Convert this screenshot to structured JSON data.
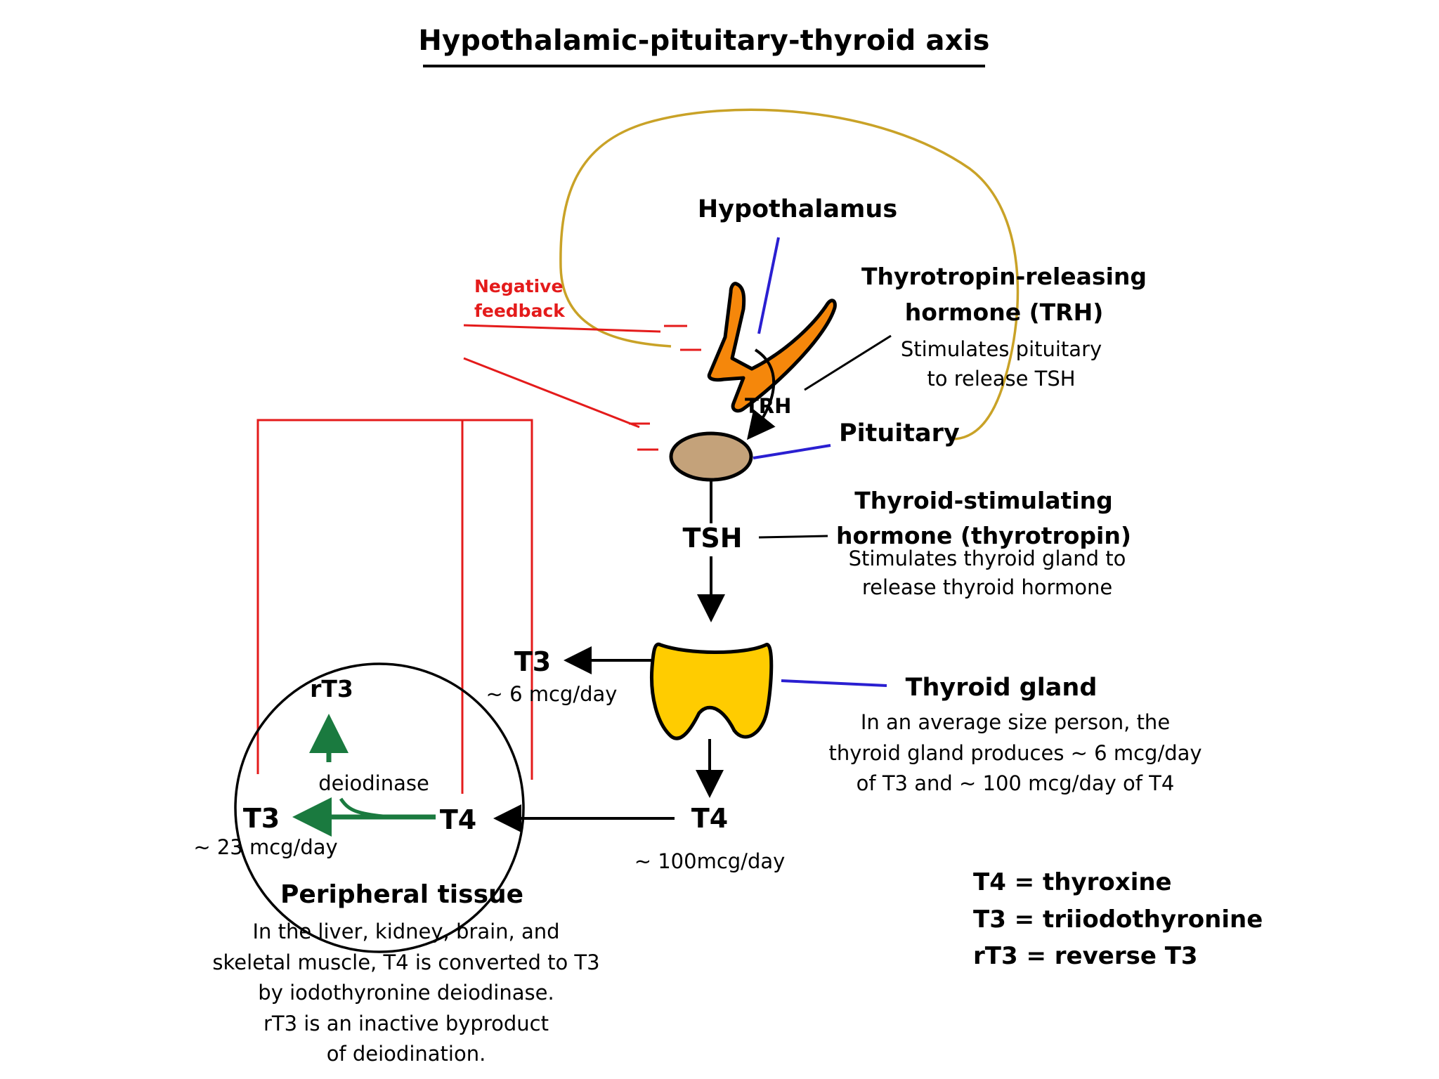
{
  "title": "Hypothalamic-pituitary-thyroid axis",
  "colors": {
    "feedback_red": "#e41b1b",
    "loop_gold": "#c9a227",
    "pointer_blue": "#2a1fd1",
    "hypothalamus_orange": "#f5870b",
    "pituitary_brown": "#c4a27a",
    "thyroid_yellow": "#ffcc00",
    "deiodinase_green": "#1a7a3f"
  },
  "hypothalamus": {
    "label": "Hypothalamus"
  },
  "negative_feedback": {
    "line1": "Negative",
    "line2": "feedback"
  },
  "trh": {
    "title_line1": "Thyrotropin-releasing",
    "title_line2": "hormone (TRH)",
    "desc_line1": "Stimulates pituitary",
    "desc_line2": "to release TSH",
    "arrow_label": "TRH"
  },
  "pituitary": {
    "label": "Pituitary"
  },
  "tsh": {
    "label": "TSH",
    "title_line1": "Thyroid-stimulating",
    "title_line2": "hormone (thyrotropin)",
    "desc_line1": "Stimulates thyroid gland to",
    "desc_line2": "release thyroid hormone"
  },
  "thyroid_gland": {
    "label": "Thyroid gland",
    "desc_line1": "In an average size person, the",
    "desc_line2": "thyroid gland produces ~ 6 mcg/day",
    "desc_line3": "of T3 and ~ 100 mcg/day of T4"
  },
  "t3_output": {
    "label": "T3",
    "rate": "~ 6 mcg/day"
  },
  "t4_output": {
    "label": "T4",
    "rate": "~ 100mcg/day"
  },
  "peripheral": {
    "rt3": "rT3",
    "enzyme": "deiodinase",
    "t3_label": "T3",
    "t3_rate": "~ 23 mcg/day",
    "t4_label": "T4",
    "title": "Peripheral tissue",
    "desc_line1": "In the liver, kidney, brain, and",
    "desc_line2": "skeletal muscle, T4 is converted to T3",
    "desc_line3": "by iodothyronine deiodinase.",
    "desc_line4": "rT3 is an inactive byproduct",
    "desc_line5": "of deiodination."
  },
  "legend": {
    "t4": "T4 = thyroxine",
    "t3": "T3 = triiodothyronine",
    "rt3": "rT3 = reverse T3"
  }
}
